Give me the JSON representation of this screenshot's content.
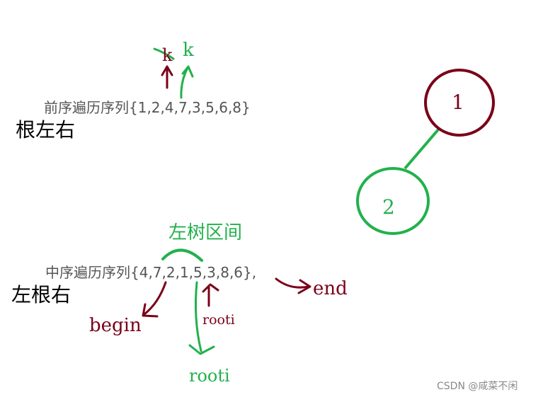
{
  "preorder": {
    "sequence": "前序遍历序列{1,2,4,7,3,5,6,8}",
    "rule": "根左右",
    "k_red": "k",
    "k_green": "k"
  },
  "inorder": {
    "sequence": "中序遍历序列{4,7,2,1,5,3,8,6},",
    "rule": "左根右",
    "left_subtree": "左树区间",
    "begin": "begin",
    "end": "end",
    "rooti_red": "rooti",
    "rooti_green": "rooti"
  },
  "tree": {
    "root": "1",
    "left_child": "2"
  },
  "watermark": "CSDN @咸菜不闲",
  "colors": {
    "green": "#22b14c",
    "dark_red": "#7a0019",
    "text_gray": "#555555"
  }
}
